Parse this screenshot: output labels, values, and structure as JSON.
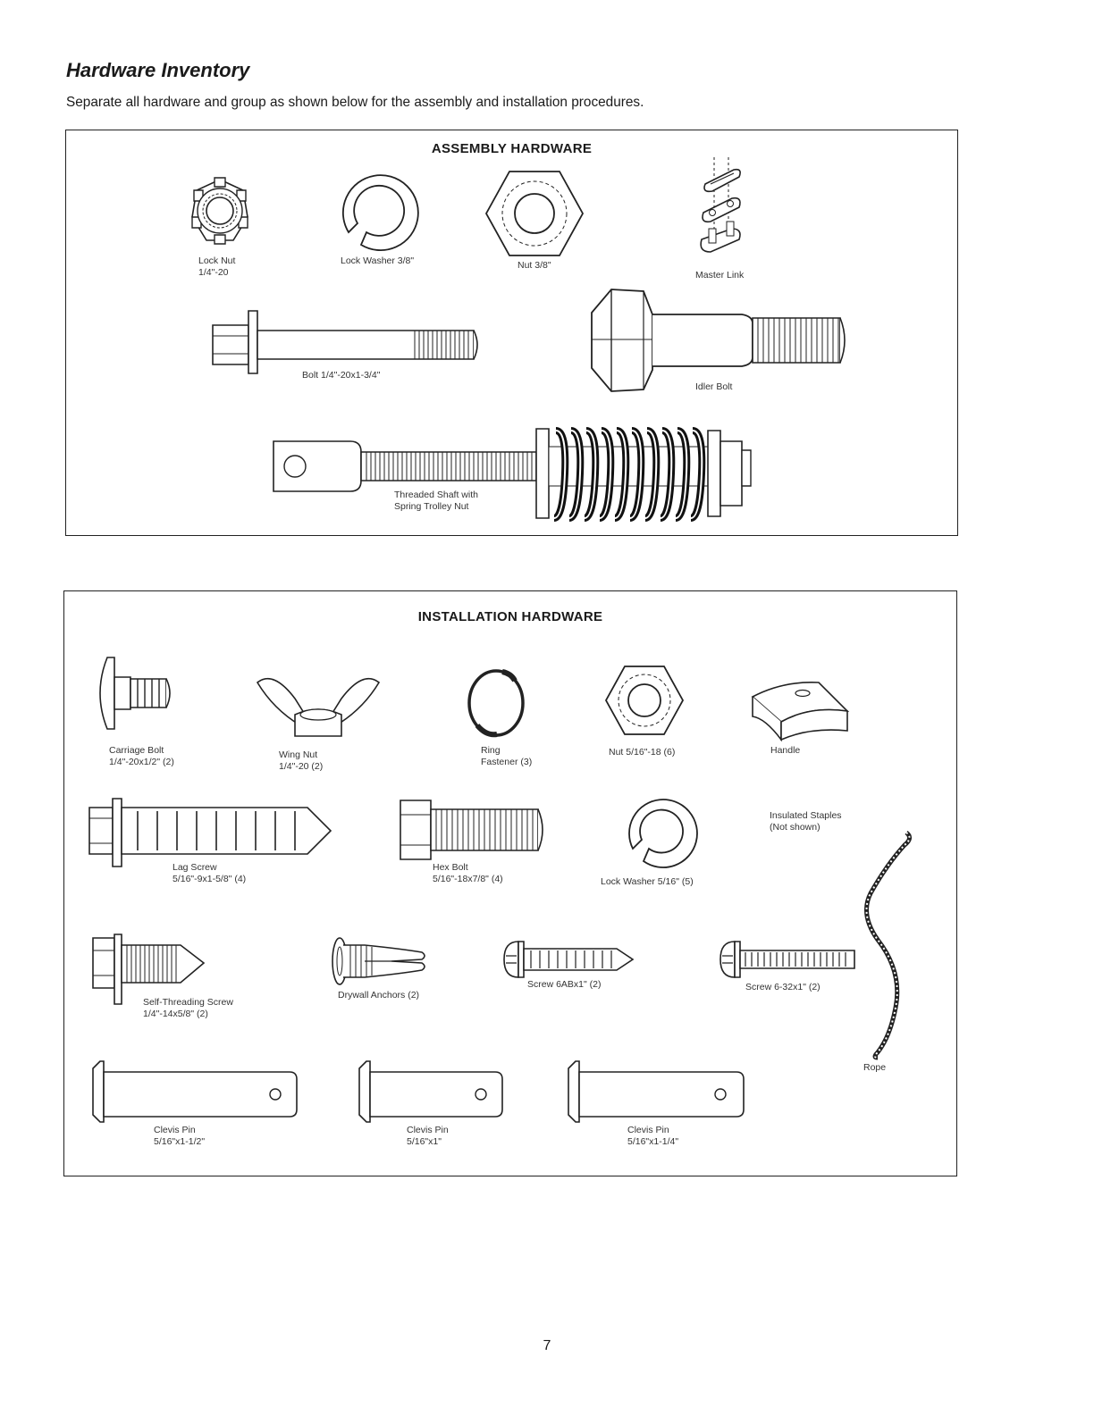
{
  "heading": "Hardware Inventory",
  "intro": "Separate all hardware and group as shown below for the assembly and installation procedures.",
  "assembly": {
    "title": "ASSEMBLY HARDWARE",
    "items": [
      {
        "name": "Lock Nut",
        "spec": "1/4\"-20",
        "icon": "lock-nut-icon"
      },
      {
        "name": "Lock Washer 3/8\"",
        "icon": "lock-washer-icon"
      },
      {
        "name": "Nut 3/8\"",
        "icon": "hex-nut-icon"
      },
      {
        "name": "Master Link",
        "icon": "master-link-icon"
      },
      {
        "name": "Bolt 1/4\"-20x1-3/4\"",
        "icon": "bolt-icon"
      },
      {
        "name": "Idler Bolt",
        "icon": "idler-bolt-icon"
      },
      {
        "name": "Threaded Shaft with",
        "spec": "Spring Trolley Nut",
        "icon": "threaded-shaft-icon"
      }
    ]
  },
  "installation": {
    "title": "INSTALLATION HARDWARE",
    "items": [
      {
        "name": "Carriage Bolt",
        "spec": "1/4\"-20x1/2\" (2)",
        "icon": "carriage-bolt-icon"
      },
      {
        "name": "Wing Nut",
        "spec": "1/4\"-20 (2)",
        "icon": "wing-nut-icon"
      },
      {
        "name": "Ring",
        "spec": "Fastener (3)",
        "icon": "ring-fastener-icon"
      },
      {
        "name": "Nut 5/16\"-18 (6)",
        "icon": "hex-nut-icon"
      },
      {
        "name": "Handle",
        "icon": "handle-icon"
      },
      {
        "name": "Lag Screw",
        "spec": "5/16\"-9x1-5/8\" (4)",
        "icon": "lag-screw-icon"
      },
      {
        "name": "Hex Bolt",
        "spec": "5/16\"-18x7/8\" (4)",
        "icon": "hex-bolt-icon"
      },
      {
        "name": "Lock Washer 5/16\" (5)",
        "icon": "lock-washer-icon"
      },
      {
        "name": "Insulated Staples",
        "spec": "(Not shown)"
      },
      {
        "name": "Self-Threading Screw",
        "spec": "1/4\"-14x5/8\" (2)",
        "icon": "self-threading-screw-icon"
      },
      {
        "name": "Drywall Anchors (2)",
        "icon": "drywall-anchor-icon"
      },
      {
        "name": "Screw 6ABx1\" (2)",
        "icon": "screw-icon"
      },
      {
        "name": "Screw 6-32x1\" (2)",
        "icon": "screw-icon"
      },
      {
        "name": "Rope",
        "icon": "rope-icon"
      },
      {
        "name": "Clevis Pin",
        "spec": "5/16\"x1-1/2\"",
        "icon": "clevis-pin-icon"
      },
      {
        "name": "Clevis Pin",
        "spec": "5/16\"x1\"",
        "icon": "clevis-pin-icon"
      },
      {
        "name": "Clevis Pin",
        "spec": "5/16\"x1-1/4\"",
        "icon": "clevis-pin-icon"
      }
    ]
  },
  "page_number": "7"
}
